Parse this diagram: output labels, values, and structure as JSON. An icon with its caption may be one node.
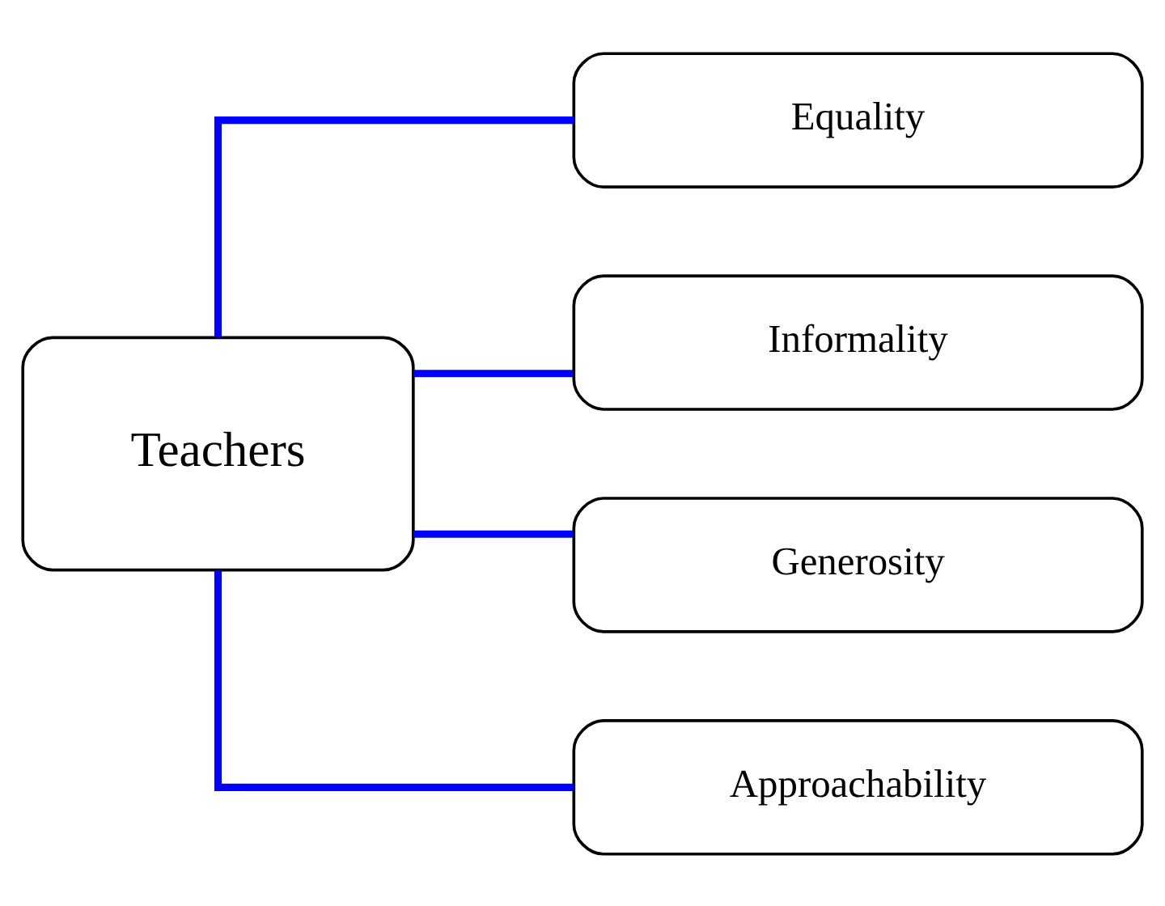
{
  "diagram": {
    "nodes": [
      {
        "text": [
          "Teachers"
        ]
      },
      {
        "text": [
          "Equality"
        ]
      },
      {
        "text": [
          "Informality"
        ]
      },
      {
        "text": [
          "Generosity"
        ]
      },
      {
        "text": [
          "Approachability"
        ]
      }
    ],
    "edges": [
      {
        "from": 0,
        "to": 1,
        "arrow": "none"
      },
      {
        "from": 0,
        "to": 2,
        "arrow": "none"
      },
      {
        "from": 0,
        "to": 3,
        "arrow": "none"
      },
      {
        "from": 0,
        "to": 4,
        "arrow": "none"
      }
    ]
  }
}
